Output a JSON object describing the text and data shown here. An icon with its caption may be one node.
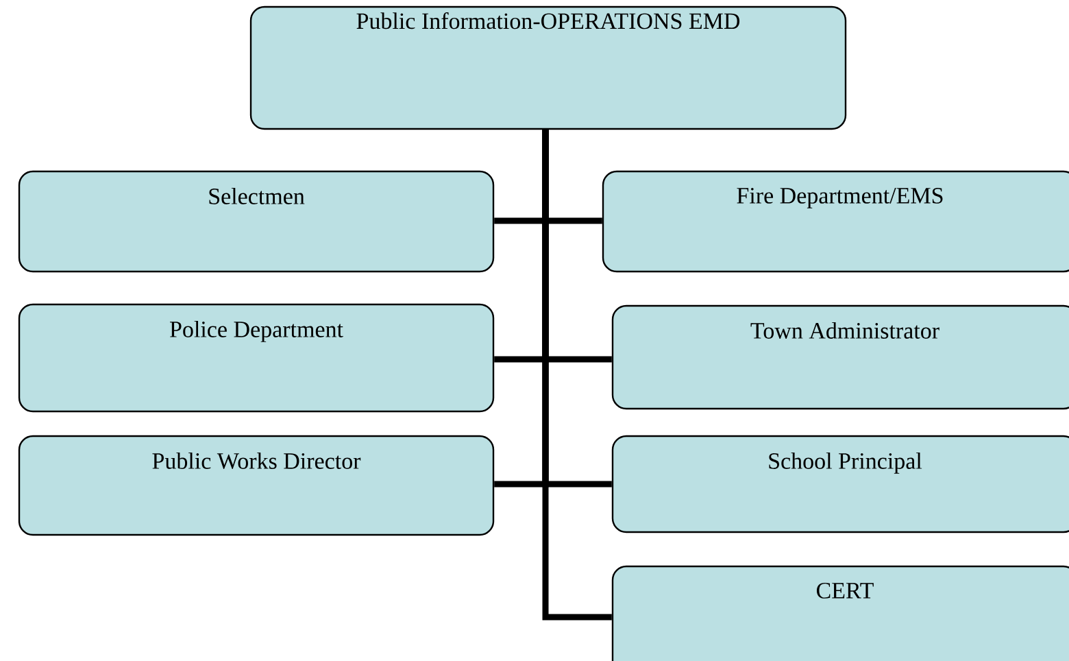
{
  "diagram": {
    "nodes": [
      {
        "text": [
          "Public Information-OPERATIONS EMD"
        ]
      },
      {
        "text": [
          "Selectmen"
        ]
      },
      {
        "text": [
          "Fire Department/EMS"
        ]
      },
      {
        "text": [
          "Police Department"
        ]
      },
      {
        "text": [
          "Town Administrator"
        ]
      },
      {
        "text": [
          "Public Works Director"
        ]
      },
      {
        "text": [
          "School Principal"
        ]
      },
      {
        "text": [
          "CERT"
        ]
      }
    ],
    "edges": [
      {
        "from": 0,
        "to": 1,
        "arrow": "none"
      },
      {
        "from": 0,
        "to": 2,
        "arrow": "none"
      },
      {
        "from": 0,
        "to": 3,
        "arrow": "none"
      },
      {
        "from": 0,
        "to": 4,
        "arrow": "none"
      },
      {
        "from": 0,
        "to": 5,
        "arrow": "none"
      },
      {
        "from": 0,
        "to": 6,
        "arrow": "none"
      },
      {
        "from": 0,
        "to": 7,
        "arrow": "none"
      }
    ]
  }
}
